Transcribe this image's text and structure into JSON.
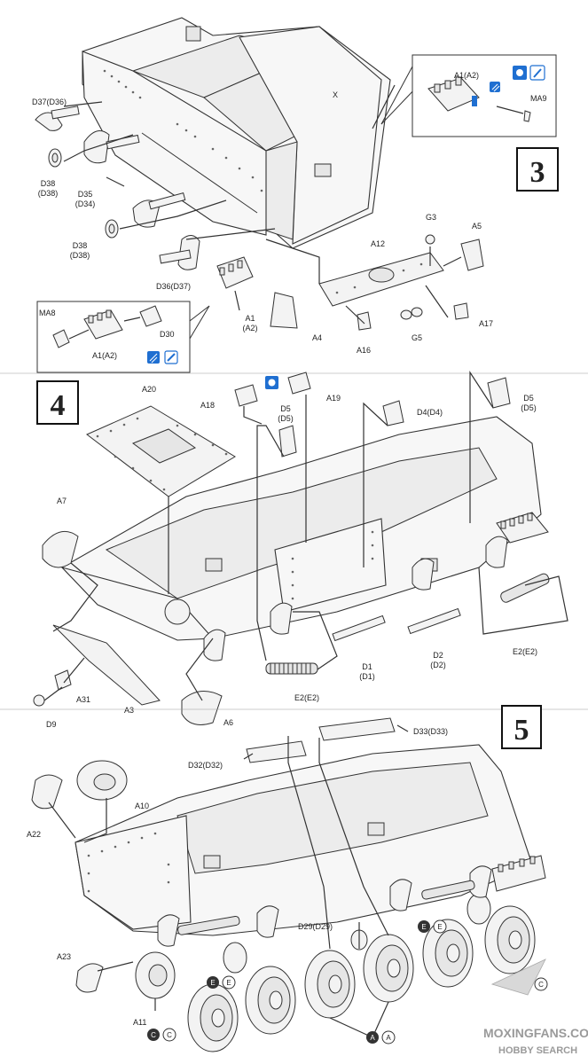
{
  "steps": [
    {
      "number": "3"
    },
    {
      "number": "4"
    },
    {
      "number": "5"
    }
  ],
  "step3": {
    "labels": {
      "x": "X",
      "d37": "D37(D36)",
      "d38a_1": "D38",
      "d38a_2": "(D38)",
      "d35_1": "D35",
      "d35_2": "(D34)",
      "d38b_1": "D38",
      "d38b_2": "(D38)",
      "d36": "D36(D37)",
      "a1_1": "A1",
      "a1_2": "(A2)",
      "g3": "G3",
      "a5": "A5",
      "a12": "A12",
      "a4": "A4",
      "a16": "A16",
      "g5": "G5",
      "a17": "A17"
    },
    "inset_top": {
      "part": "A1(A2)",
      "ma9": "MA9"
    },
    "inset_bottom": {
      "ma8": "MA8",
      "d30": "D30",
      "part": "A1(A2)"
    }
  },
  "step4": {
    "labels": {
      "a20": "A20",
      "a18": "A18",
      "a19": "A19",
      "d5a_1": "D5",
      "d5a_2": "(D5)",
      "d4": "D4(D4)",
      "d5b_1": "D5",
      "d5b_2": "(D5)",
      "a7": "A7",
      "a31": "A31",
      "a3": "A3",
      "d9": "D9",
      "a6": "A6",
      "e2a": "E2(E2)",
      "d1_1": "D1",
      "d1_2": "(D1)",
      "d2_1": "D2",
      "d2_2": "(D2)",
      "e2b": "E2(E2)"
    }
  },
  "step5": {
    "labels": {
      "d33": "D33(D33)",
      "d32": "D32(D32)",
      "a10": "A10",
      "a22": "A22",
      "d29": "D29(D29)",
      "a23": "A23",
      "a11": "A11"
    },
    "callouts": {
      "e_mid": "E",
      "e_mid_paren": "E",
      "e_right": "E",
      "e_right_paren": "E",
      "c_left": "C",
      "c_left_paren": "C",
      "c_right": "C",
      "c_right_paren": "C",
      "a_bottom": "A",
      "a_bottom_paren": "A"
    }
  },
  "watermark": {
    "site": "MOXINGFANS.COM",
    "brand": "HOBBY SEARCH"
  },
  "colors": {
    "line": "#333333",
    "icon_blue": "#1f6fd1",
    "watermark": "#9a9a9a"
  },
  "icons": [
    "glue-icon",
    "paint-icon",
    "cut-icon"
  ]
}
